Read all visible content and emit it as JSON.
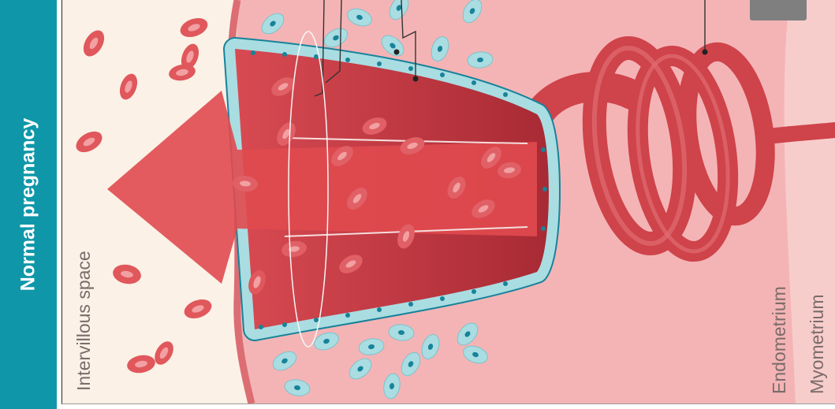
{
  "banner": {
    "title": "Normal pregnancy"
  },
  "labels": {
    "intervillous": "Intervillous space",
    "endometrium": "Endometrium",
    "myometrium": "Myometrium"
  },
  "colors": {
    "banner": "#0f97a9",
    "intervillous_space": "#fbf1e6",
    "decidua": "#f4b4b6",
    "myometrium": "#f7cdcb",
    "arrow": "#e04a4f",
    "vessel": "#d5464c",
    "vessel_dark": "#a82a34",
    "trophoblast": "#a9dde2",
    "trophoblast_nucleus": "#17839a",
    "rbc": "#e0575c",
    "rbc_center": "#f2a0a2"
  },
  "icons": [
    "red-blood-cell-icon",
    "trophoblast-cell-icon",
    "blood-flow-arrow-icon",
    "spiral-artery-icon"
  ]
}
